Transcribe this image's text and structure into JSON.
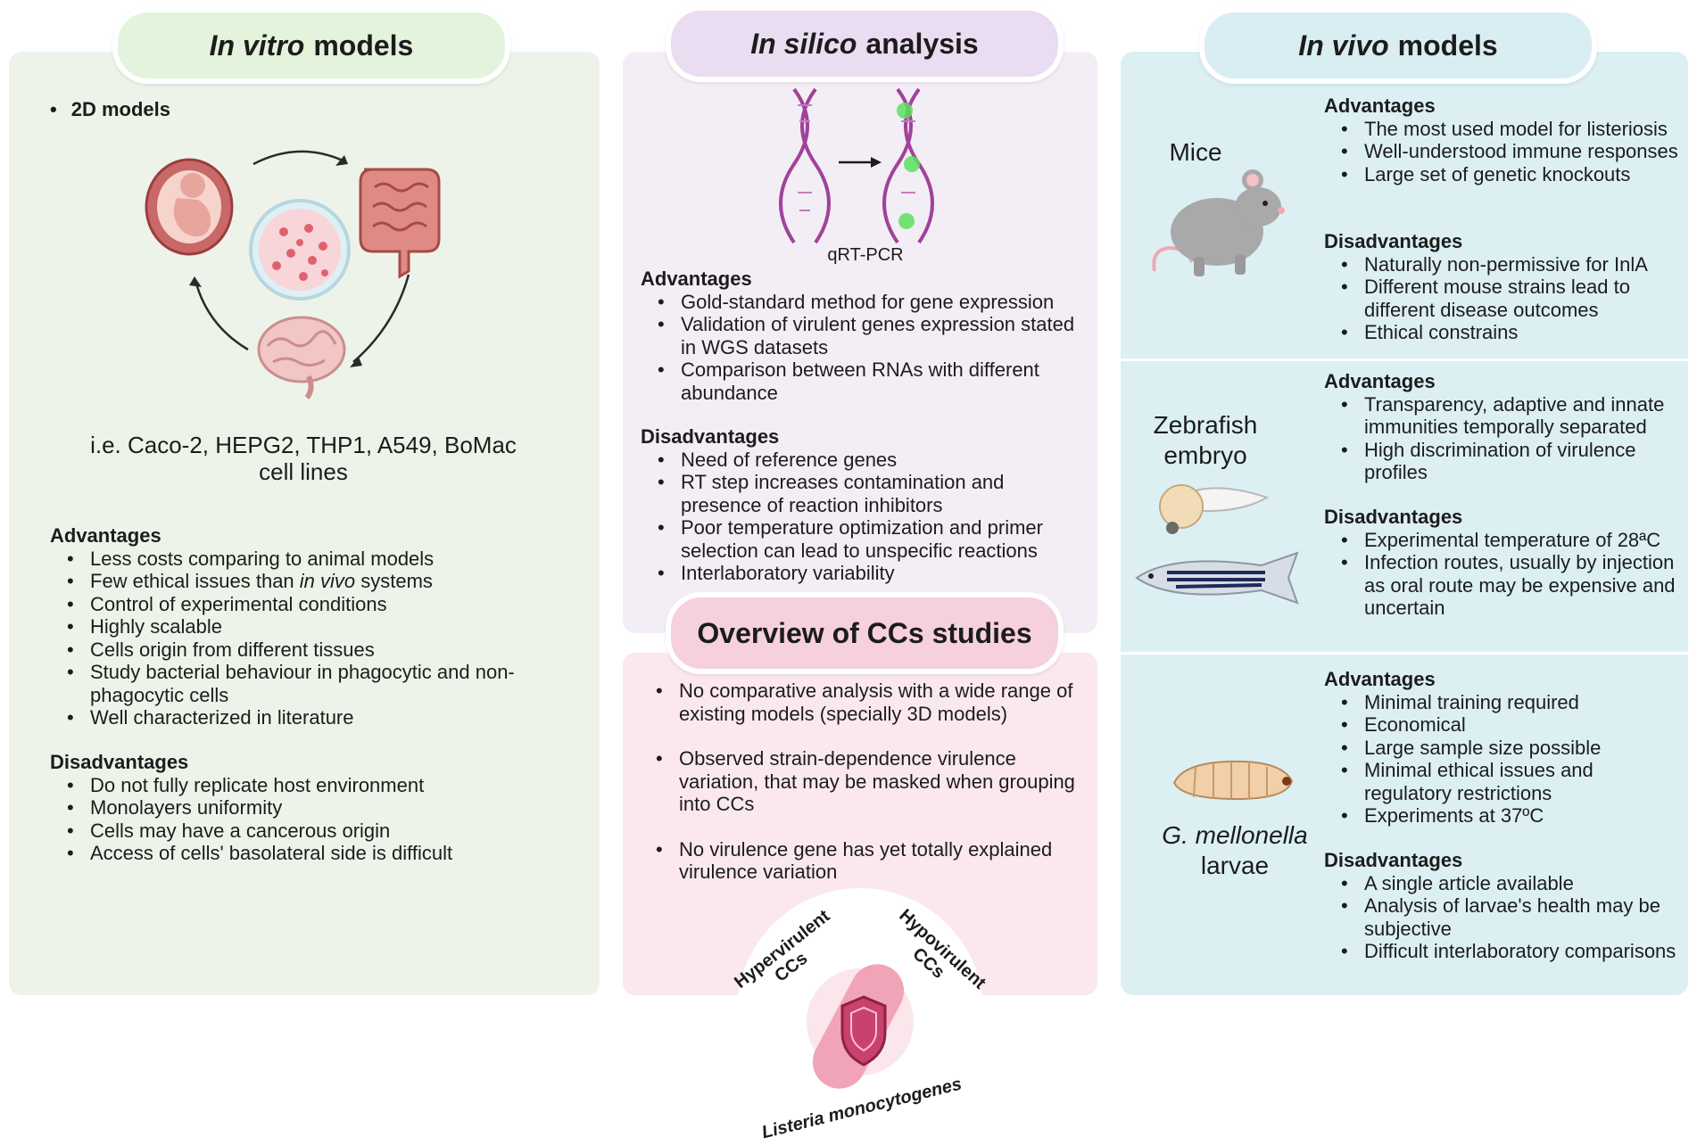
{
  "invitro": {
    "title_italic": "In vitro",
    "title_rest": "models",
    "bullet": "2D models",
    "cell_lines_line1": "i.e. Caco-2, HEPG2, THP1, A549, BoMac",
    "cell_lines_line2": "cell lines",
    "adv_heading": "Advantages",
    "advantages": [
      "Less costs comparing to animal models",
      "Few ethical issues than ",
      "in vivo",
      " systems",
      "Control of experimental conditions",
      "Highly scalable",
      "Cells origin from different tissues",
      "Study bacterial behaviour in phagocytic and non-phagocytic cells",
      "Well characterized in literature"
    ],
    "dis_heading": "Disadvantages",
    "disadvantages": [
      "Do not fully replicate host environment",
      "Monolayers uniformity",
      "Cells may have a cancerous origin",
      "Access of cells' basolateral side is difficult"
    ]
  },
  "insilico": {
    "title_italic": "In silico",
    "title_rest": "analysis",
    "figure_label": "qRT-PCR",
    "adv_heading": "Advantages",
    "advantages": [
      "Gold-standard method for gene expression",
      "Validation of  virulent genes expression stated in WGS datasets",
      "Comparison between RNAs with different abundance"
    ],
    "dis_heading": "Disadvantages",
    "disadvantages": [
      "Need of reference genes",
      "RT step increases contamination and presence of reaction inhibitors",
      "Poor temperature optimization and primer selection can lead to unspecific reactions",
      "Interlaboratory variability"
    ]
  },
  "overview": {
    "title": "Overview of CCs studies",
    "points": [
      "No comparative analysis with a wide range of existing models (specially 3D models)",
      "Observed strain-dependence virulence variation, that may be masked when grouping into CCs",
      "No virulence gene has yet totally explained virulence variation"
    ],
    "hyper_line1": "Hypervirulent",
    "hyper_line2": "CCs",
    "hypo_line1": "Hypovirulent",
    "hypo_line2": "CCs",
    "species": "Listeria monocytogenes"
  },
  "invivo": {
    "title_italic": "In vivo",
    "title_rest": "models",
    "mice": {
      "label": "Mice",
      "adv_heading": "Advantages",
      "advantages": [
        "The most used model for listeriosis",
        "Well-understood immune responses",
        "Large set of genetic knockouts"
      ],
      "dis_heading": "Disadvantages",
      "disadvantages": [
        "Naturally non-permissive for InlA",
        "Different mouse strains lead to different disease outcomes",
        "Ethical constrains"
      ]
    },
    "zebrafish": {
      "label_line1": "Zebrafish",
      "label_line2": "embryo",
      "adv_heading": "Advantages",
      "advantages": [
        "Transparency, adaptive and innate immunities temporally separated",
        "High discrimination of virulence profiles"
      ],
      "dis_heading": "Disadvantages",
      "disadvantages": [
        "Experimental temperature of 28ªC",
        "Infection routes, usually by injection as oral route may be expensive and uncertain"
      ]
    },
    "galleria": {
      "label_line1": "G. mellonella",
      "label_line2": "larvae",
      "adv_heading": "Advantages",
      "advantages": [
        "Minimal training required",
        "Economical",
        "Large sample size possible",
        "Minimal ethical issues and regulatory restrictions",
        "Experiments at 37ºC"
      ],
      "dis_heading": "Disadvantages",
      "disadvantages": [
        "A single article available",
        "Analysis of larvae's health may be subjective",
        "Difficult interlaboratory comparisons"
      ]
    }
  },
  "colors": {
    "invitro_bg": "#eef3ea",
    "invitro_pill": "#e4f3dc",
    "insilico_bg": "#f3eef6",
    "insilico_pill": "#eadcf1",
    "overview_bg": "#fbe8ef",
    "overview_pill": "#f6d0dc",
    "invivo_bg": "#dcf0f4",
    "invivo_bg2": "#e3f3f6",
    "invivo_pill": "#d9eef2",
    "dna": "#a2419a",
    "marker": "#5ae05a",
    "listeria": "#c9426e"
  }
}
